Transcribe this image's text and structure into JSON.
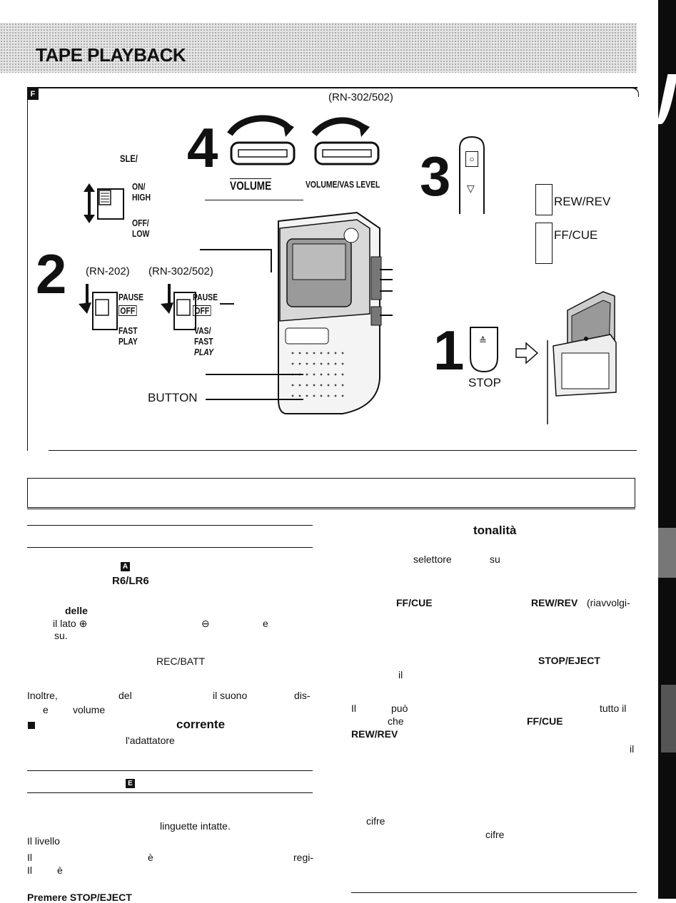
{
  "header": {
    "title": "TAPE PLAYBACK"
  },
  "figure": {
    "badge": "F",
    "model_note_top": "(RN-302/502)",
    "sle_label": "SLE/",
    "num4": "4",
    "num3": "3",
    "num2": "2",
    "num1": "1",
    "volume_label": "VOLUME",
    "volume_vas_label": "VOLUME/VAS LEVEL",
    "switch_on": "ON/",
    "switch_high": "HIGH",
    "switch_off": "OFF/",
    "switch_low": "LOW",
    "rn202": "(RN-202)",
    "rn302": "(RN-302/502)",
    "pause1": "PAUSE",
    "off1": "OFF",
    "fast1": "FAST",
    "play1": "PLAY",
    "pause2": "PAUSE",
    "off2": "OFF",
    "vas2": "VAS/",
    "fast2": "FAST",
    "play2": "PLAY",
    "rew_label": "REW/REV",
    "ff_label": "FF/CUE",
    "stop_label": "STOP",
    "button_label": "BUTTON",
    "circle": "○",
    "triangle": "▽",
    "stop_icon": "≙"
  },
  "left": {
    "badge_a": "A",
    "r6": "R6/LR6",
    "delle": "delle",
    "plus_line": "il lato ⊕",
    "minus": "⊖",
    "e1": "e",
    "su": "su.",
    "recbatt": "REC/BATT",
    "inoltre": "Inoltre,",
    "del": "del",
    "il_suono": "il suono",
    "dis": "dis-",
    "e2": "e",
    "volume": "volume",
    "corrente": "corrente",
    "adattatore": "l'adattatore",
    "badge_e": "E",
    "linguette": "linguette intatte.",
    "il_livello": "Il livello",
    "il1": "Il",
    "e_grave": "è",
    "regi": "regi-",
    "il2": "Il",
    "e_grave2": "è",
    "premere": "Premere STOP/EJECT"
  },
  "right": {
    "tonalita": "tonalità",
    "selettore": "selettore",
    "su": "su",
    "ffcue": "FF/CUE",
    "rewrev": "REW/REV",
    "riavv": "(riavvolgi-",
    "stopeject": "STOP/EJECT",
    "il": "il",
    "il2": "Il",
    "puo": "può",
    "tutto": "tutto il",
    "che": "che",
    "ffcue2": "FF/CUE",
    "rewrev2": "REW/REV",
    "il3": "il",
    "cifre1": "cifre",
    "cifre2": "cifre"
  }
}
